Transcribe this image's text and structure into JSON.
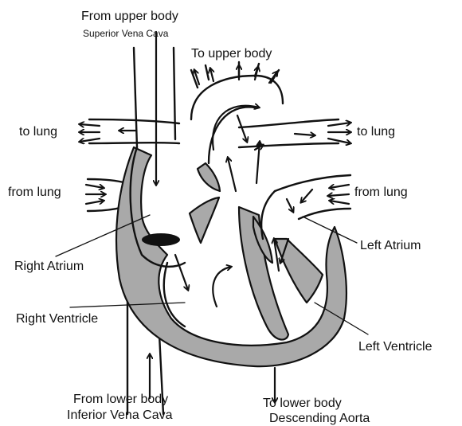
{
  "labels": {
    "from_upper_body": "From upper body",
    "superior_vena_cava": "Superior Vena Cava",
    "to_upper_body": "To upper body",
    "to_lung_left": "to lung",
    "to_lung_right": "to lung",
    "from_lung_left": "from lung",
    "from_lung_right": "from lung",
    "right_atrium": "Right Atrium",
    "left_atrium": "Left Atrium",
    "right_ventricle": "Right Ventricle",
    "left_ventricle": "Left Ventricle",
    "from_lower_body": "From lower body",
    "inferior_vena_cava": "Inferior Vena Cava",
    "to_lower_body": "To lower body",
    "descending_aorta": "Descending Aorta"
  },
  "colors": {
    "ink": "#111111",
    "wall": "#a9a9a9",
    "background": "#ffffff"
  }
}
